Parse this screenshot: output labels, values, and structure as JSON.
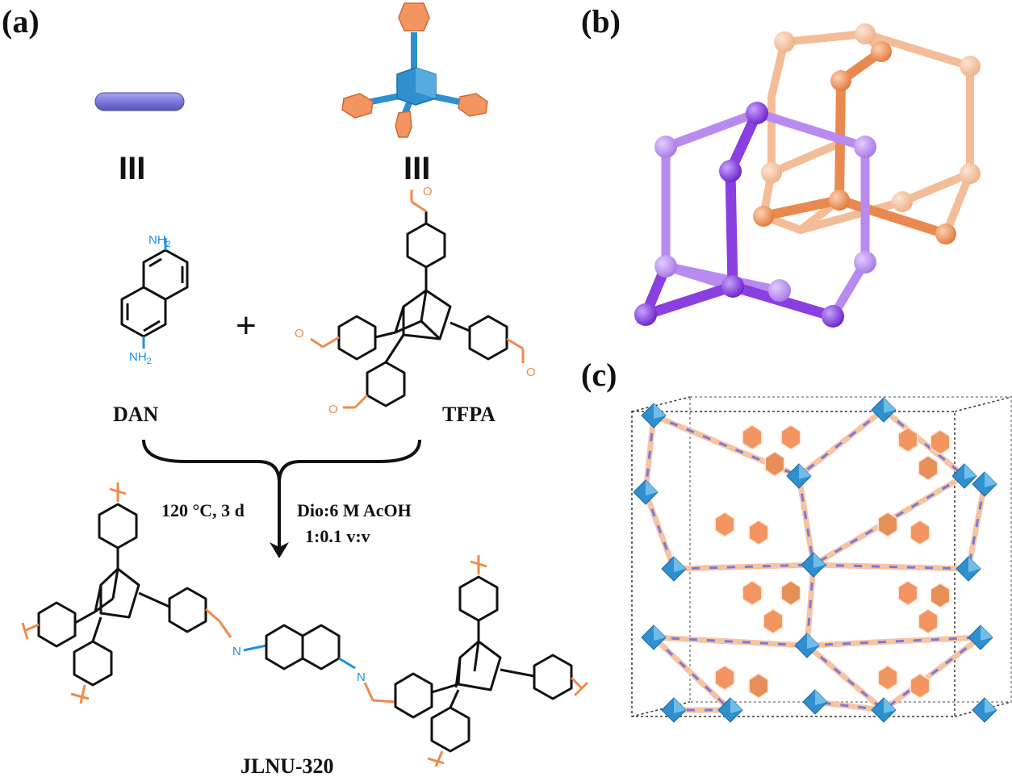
{
  "panels": {
    "a": "(a)",
    "b": "(b)",
    "c": "(c)"
  },
  "molecules": {
    "dan": "DAN",
    "tfpa": "TFPA",
    "product": "JLNU-320",
    "plus": "+",
    "equiv_left": "III",
    "equiv_right": "III"
  },
  "atoms": {
    "nh2": "NH",
    "nh2_sub": "2",
    "o": "O",
    "n": "N"
  },
  "conditions": {
    "left": "120 °C, 3 d",
    "right_line1": "Dio:6 M AcOH",
    "right_line2": "1:0.1 v:v"
  },
  "colors": {
    "linker_rod": "#7b79d9",
    "node_blue": "#2f8fcf",
    "phenyl_orange": "#f29560",
    "net_purple": "#8a3fe0",
    "net_orange": "#f0a070",
    "aldehyde": "#f08a4b",
    "amine": "#1e90e6"
  }
}
